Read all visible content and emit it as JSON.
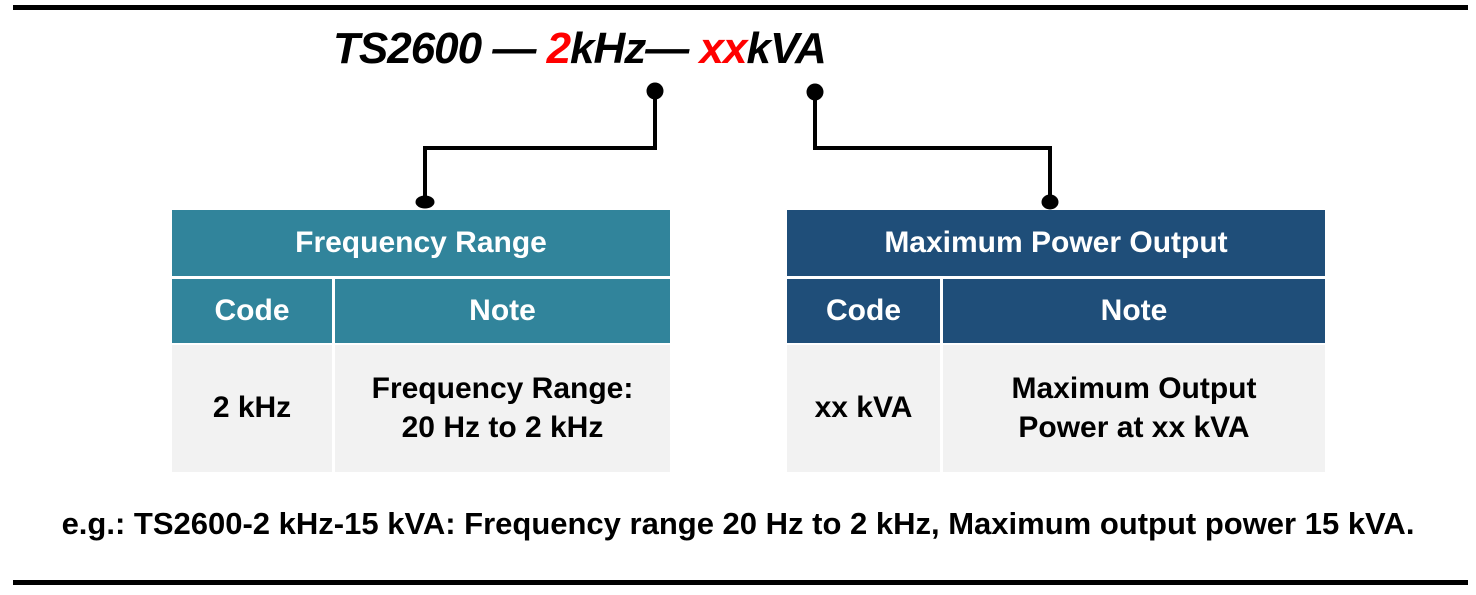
{
  "title": {
    "segments": [
      {
        "text": "TS2600 — ",
        "color": "black"
      },
      {
        "text": "2",
        "color": "red"
      },
      {
        "text": "kHz— ",
        "color": "black"
      },
      {
        "text": "xx",
        "color": "red"
      },
      {
        "text": "kVA",
        "color": "black"
      }
    ]
  },
  "tables": [
    {
      "header": "Frequency Range",
      "col_code": "Code",
      "col_note": "Note",
      "code_value": "2 kHz",
      "note_line1": "Frequency Range:",
      "note_line2": "20 Hz to 2 kHz"
    },
    {
      "header": "Maximum Power Output",
      "col_code": "Code",
      "col_note": "Note",
      "code_value": "xx kVA",
      "note_line1": "Maximum Output",
      "note_line2": "Power at xx kVA"
    }
  ],
  "example": "e.g.: TS2600-2 kHz-15 kVA: Frequency range 20 Hz to 2 kHz, Maximum output power 15 kVA.",
  "colors": {
    "teal": "#31849B",
    "navy": "#1F4E79",
    "body_bg": "#F2F2F2",
    "red": "#FF0000",
    "line": "#000000"
  }
}
